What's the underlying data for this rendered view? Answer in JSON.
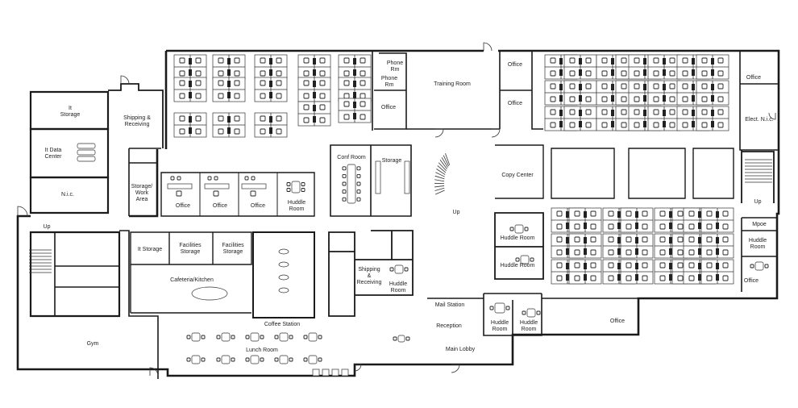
{
  "rooms": {
    "it_storage_left": "It\nStorage",
    "shipping_receiving_left": "Shipping &\nReceiving",
    "it_data_center": "It Data\nCenter",
    "nic_left": "N.i.c.",
    "storage_work_area": "Storage/\nWork\nArea",
    "office_1": "Office",
    "office_2": "Office",
    "office_3": "Office",
    "huddle_room_1": "Huddle\nRoom",
    "phone_rm_1": "Phone\nRm",
    "phone_rm_2": "Phone\nRm",
    "office_top": "Office",
    "training_room": "Training Room",
    "office_right_1": "Office",
    "office_right_2": "Office",
    "office_far_right": "Office",
    "elect_nic": "Elect. N.i.c.",
    "conf_room": "Conf Room",
    "storage_mid": "Storage",
    "stair_up_mid": "Up",
    "copy_center": "Copy Center",
    "up_left": "Up",
    "up_right": "Up",
    "mpoe": "Mpoe",
    "huddle_room_right": "Huddle\nRoom",
    "office_right_bottom": "Office",
    "huddle_room_2": "Huddle Room",
    "huddle_room_3": "Huddle Room",
    "it_storage_mid": "It Storage",
    "facilities_storage_1": "Facilities\nStorage",
    "facilities_storage_2": "Facilities\nStorage",
    "cafeteria_kitchen": "Cafeteria/Kitchen",
    "shipping_receiving_mid": "Shipping\n&\nReceiving",
    "huddle_room_4": "Huddle\nRoom",
    "mail_station": "Mail Station",
    "reception": "Reception",
    "huddle_room_5": "Huddle\nRoom",
    "huddle_room_6": "Huddle\nRoom",
    "office_bottom_right": "Office",
    "coffee_station": "Coffee Station",
    "lunch_room": "Lunch Room",
    "gym": "Gym",
    "main_lobby": "Main Lobby"
  }
}
